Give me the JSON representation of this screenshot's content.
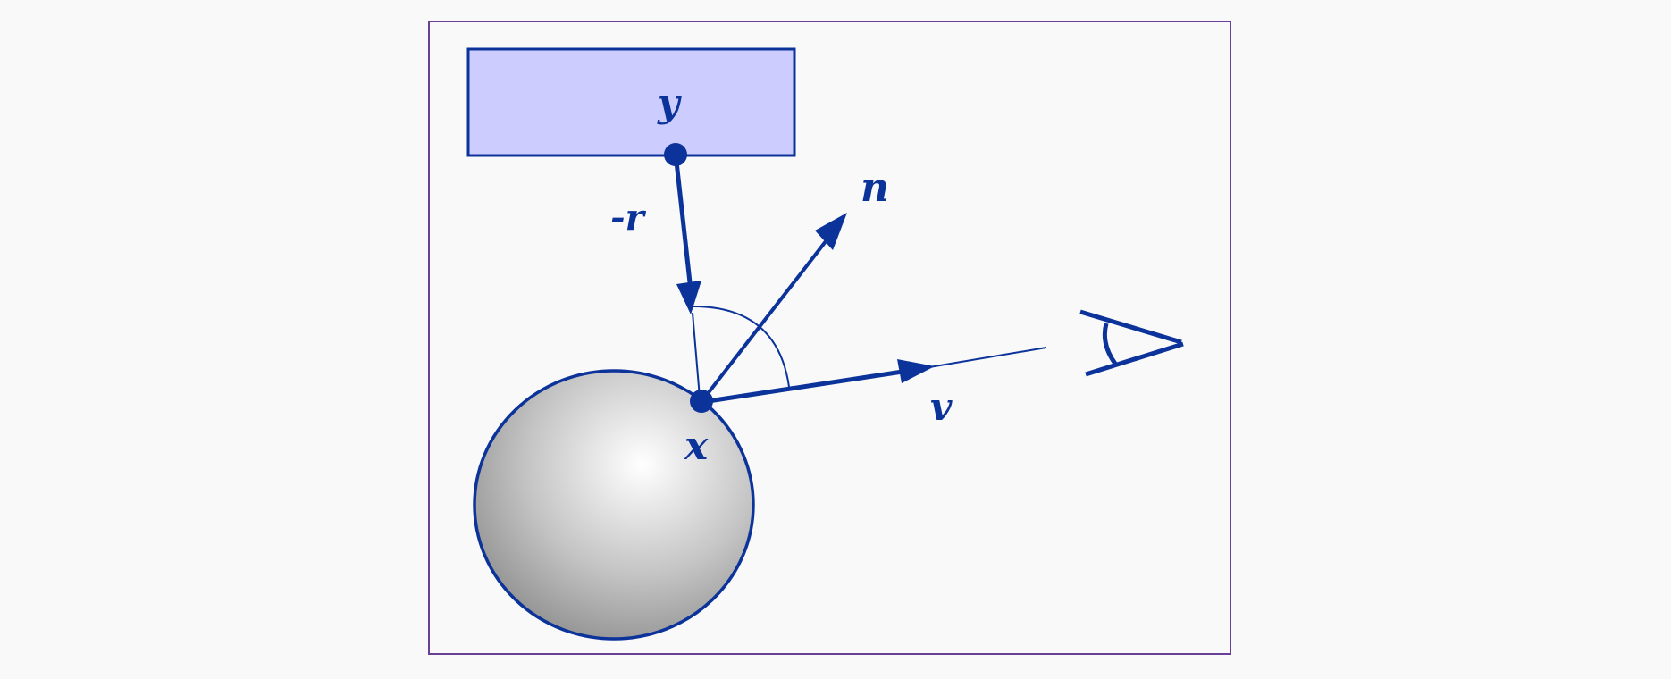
{
  "diagram": {
    "labels": {
      "light_point": "y",
      "reflected_dir": "-r",
      "normal": "n",
      "view_dir": "v",
      "surface_point": "x"
    },
    "colors": {
      "stroke": "#0b339a",
      "frame": "#6a3f98",
      "light_fill": "#ccccff",
      "background": "#f9f9f9",
      "sphere_highlight": "#ffffff",
      "sphere_shadow": "#8a8a8a"
    },
    "icons": {
      "eye": "eye-icon"
    }
  }
}
